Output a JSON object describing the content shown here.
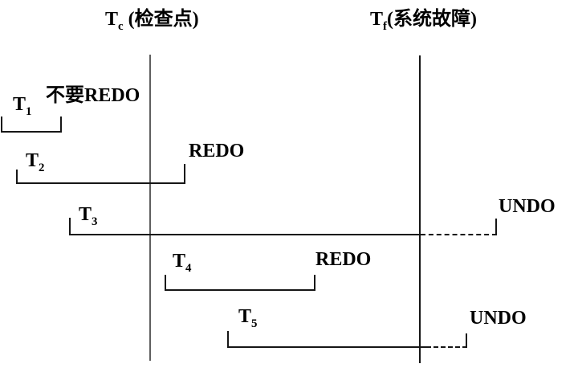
{
  "diagram": {
    "checkpoint": {
      "symbol": "T",
      "sub": "c",
      "caption": " (检查点)"
    },
    "failure": {
      "symbol": "T",
      "sub": "f",
      "caption": "(系统故障)"
    },
    "transactions": [
      {
        "symbol": "T",
        "sub": "1",
        "action": "不要REDO"
      },
      {
        "symbol": "T",
        "sub": "2",
        "action": "REDO"
      },
      {
        "symbol": "T",
        "sub": "3",
        "action": "UNDO"
      },
      {
        "symbol": "T",
        "sub": "4",
        "action": "REDO"
      },
      {
        "symbol": "T",
        "sub": "5",
        "action": "UNDO"
      }
    ],
    "colors": {
      "background": "#ffffff",
      "text": "#000000",
      "line": "#161616",
      "checkpoint_line": "#5f5f5f"
    }
  }
}
